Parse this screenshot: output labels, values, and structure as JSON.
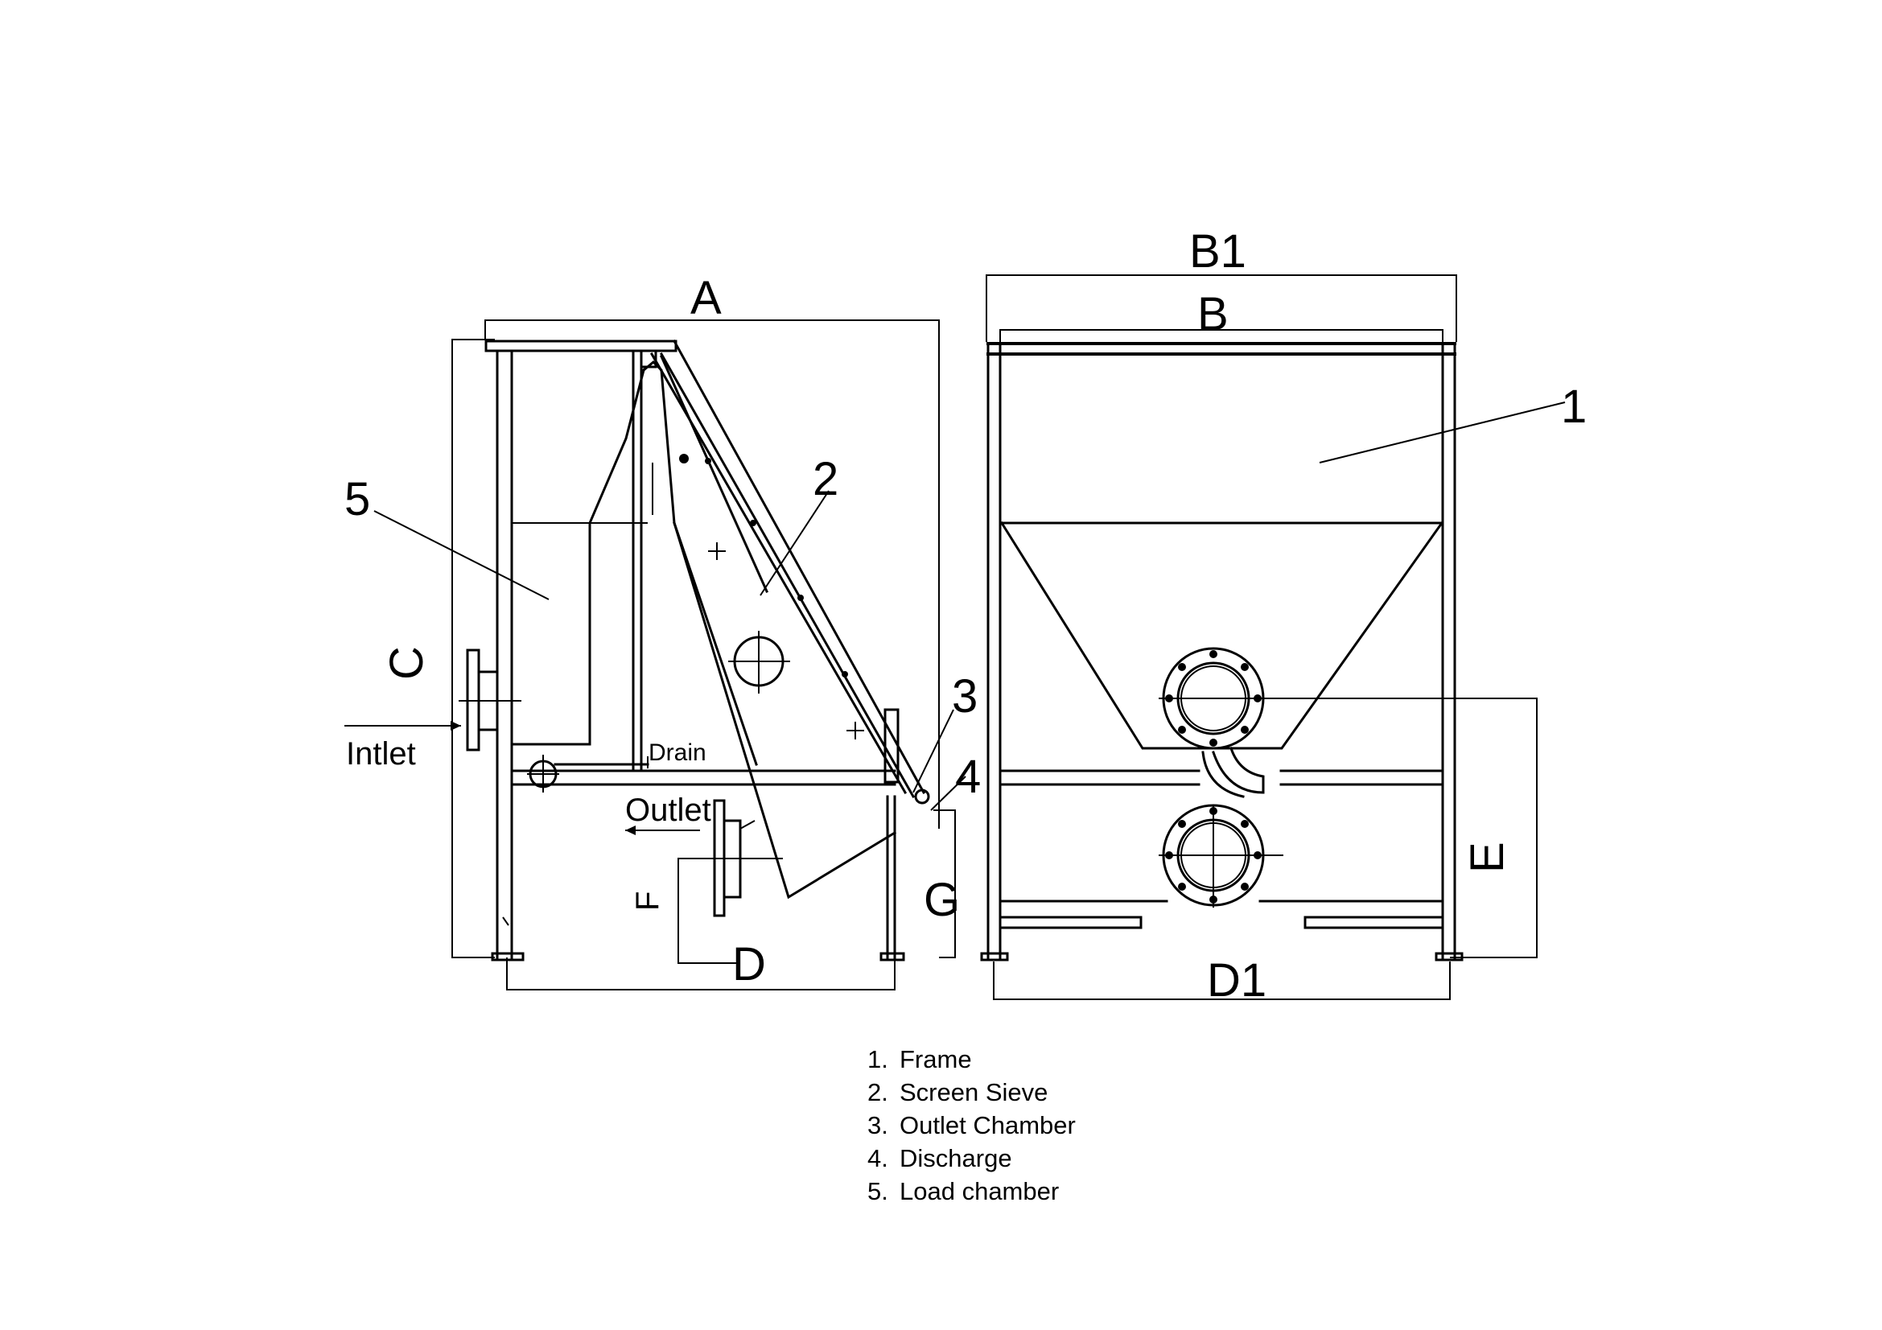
{
  "labels": {
    "A": "A",
    "B1": "B1",
    "B": "B",
    "C": "C",
    "D": "D",
    "D1": "D1",
    "E": "E",
    "F": "F",
    "G": "G",
    "n1": "1",
    "n2": "2",
    "n3": "3",
    "n4": "4",
    "n5": "5",
    "intlet": "Intlet",
    "drain": "Drain",
    "outlet": "Outlet"
  },
  "legend": [
    {
      "num": "1.",
      "text": "Frame"
    },
    {
      "num": "2.",
      "text": "Screen Sieve"
    },
    {
      "num": "3.",
      "text": "Outlet Chamber"
    },
    {
      "num": "4.",
      "text": "Discharge"
    },
    {
      "num": "5.",
      "text": "Load chamber"
    }
  ]
}
